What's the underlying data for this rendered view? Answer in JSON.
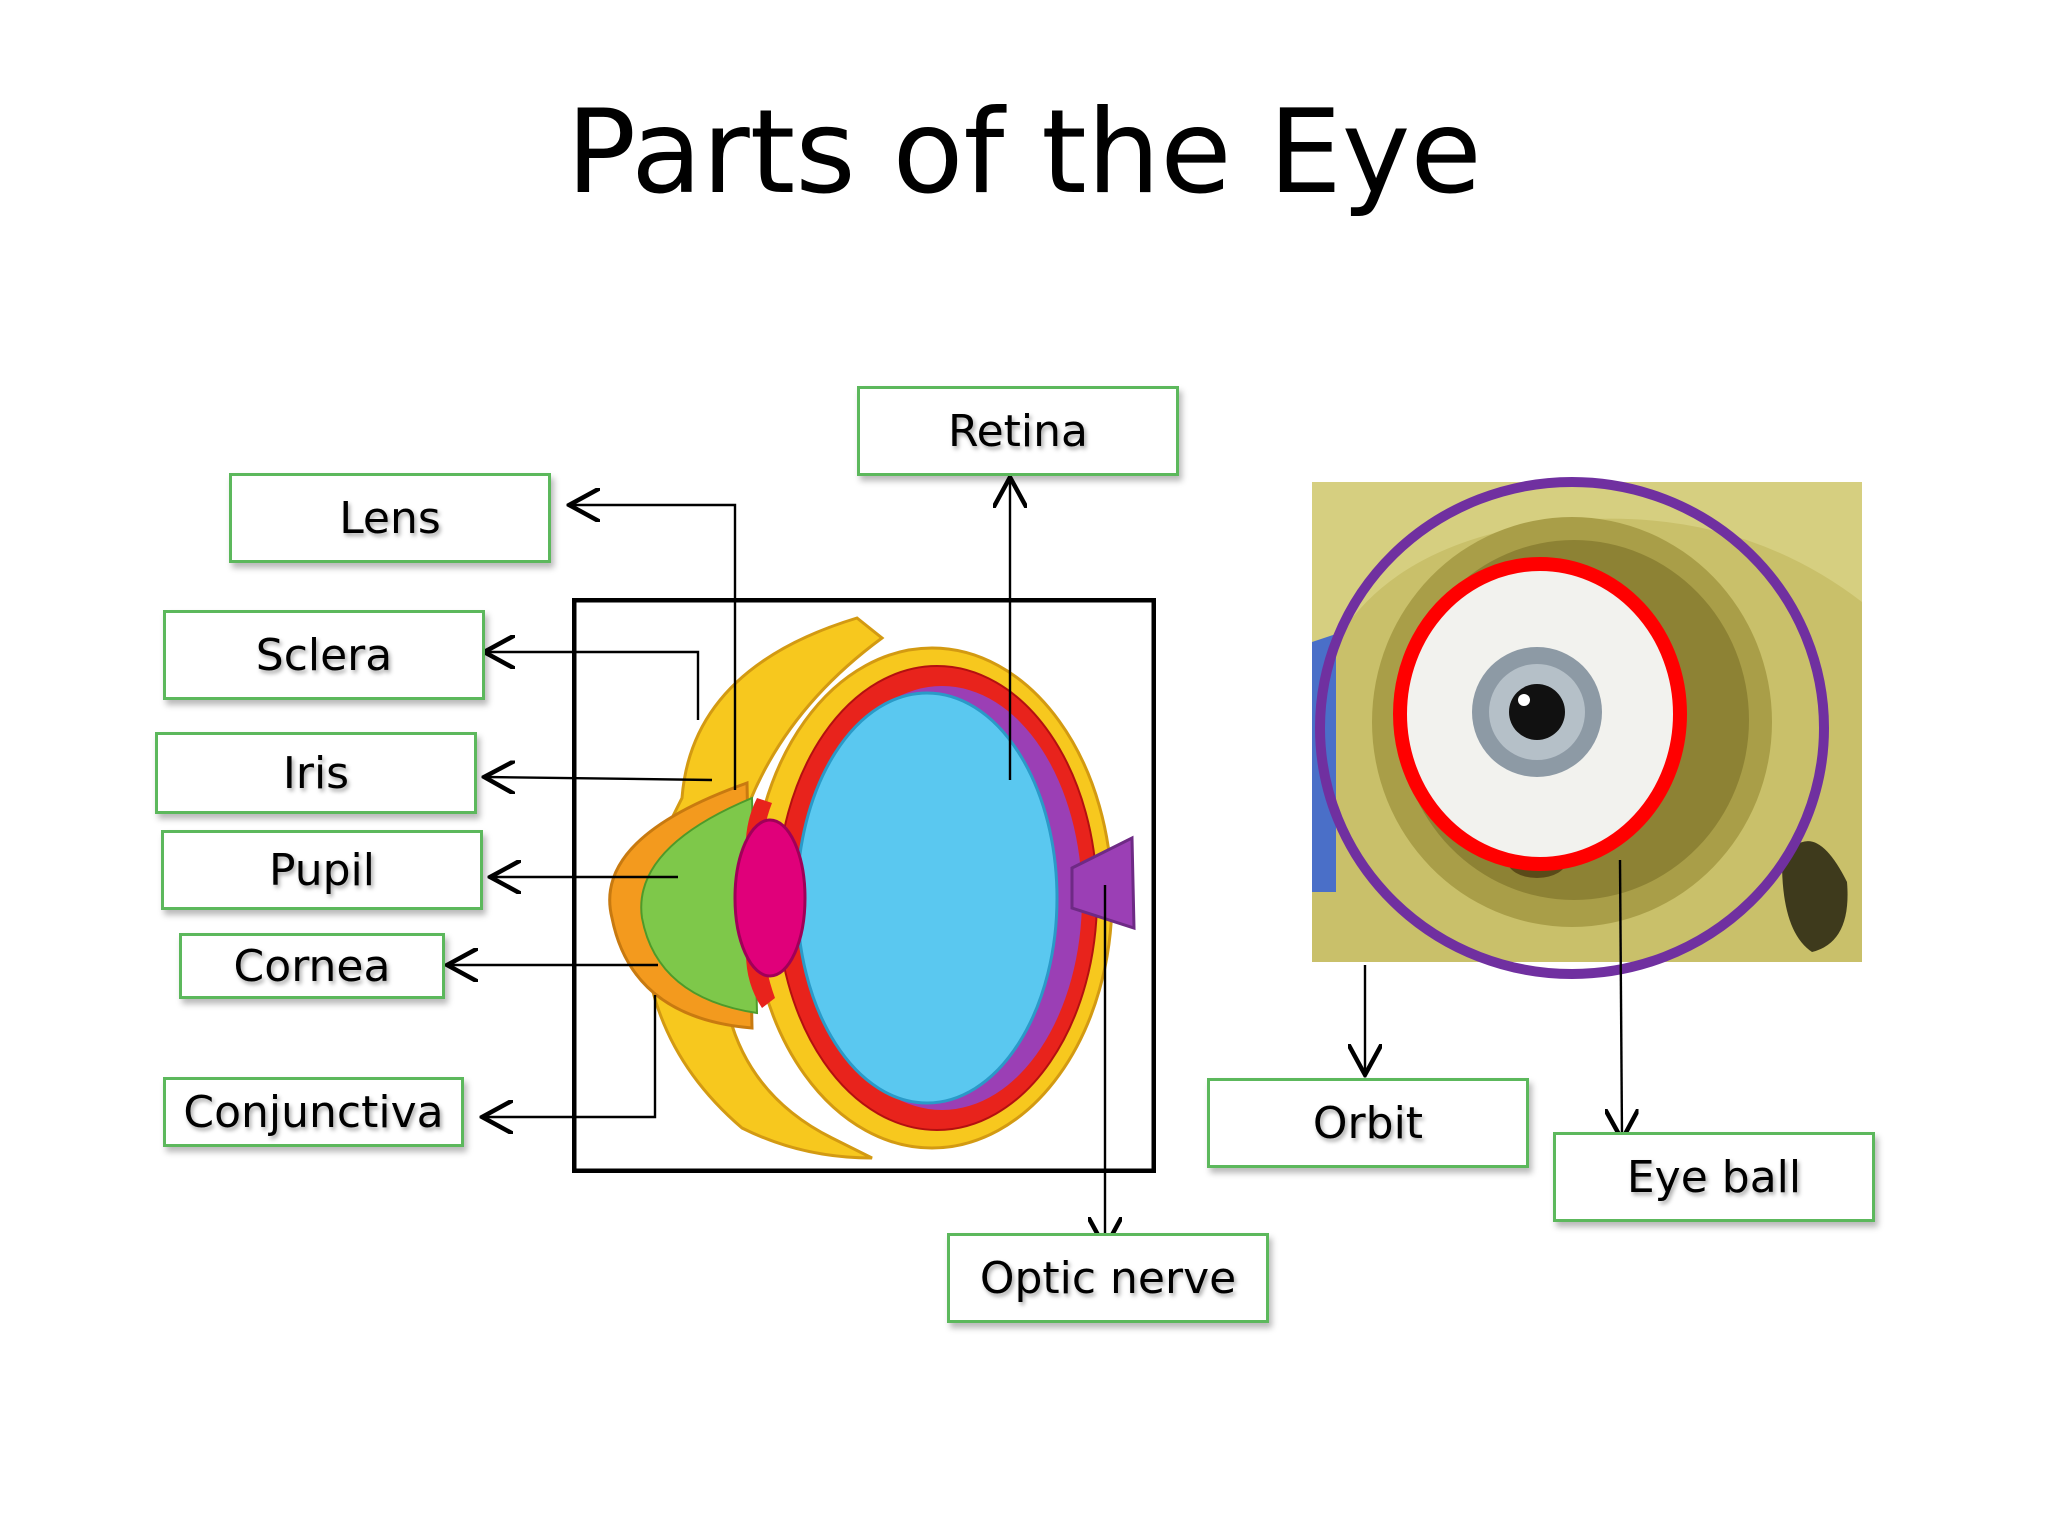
{
  "title": "Parts of the Eye",
  "labels": {
    "lens": "Lens",
    "sclera": "Sclera",
    "iris": "Iris",
    "pupil": "Pupil",
    "cornea": "Cornea",
    "conjunctiva": "Conjunctiva",
    "retina": "Retina",
    "optic_nerve": "Optic nerve",
    "orbit": "Orbit",
    "eye_ball": "Eye ball"
  },
  "colors": {
    "label_border": "#5cb85c",
    "orbit_ring": "#7030a0",
    "eyeball_ring": "#ff0000",
    "vitreous": "#5ac8f0",
    "lens": "#e0007a",
    "iris": "#7ec84a",
    "retina": "#9b3fb5",
    "choroid": "#e8231c",
    "sclera_outer": "#f7c81e",
    "cornea": "#f39a1e"
  }
}
